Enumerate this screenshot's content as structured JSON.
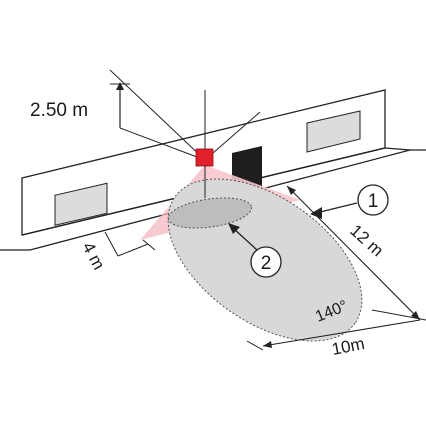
{
  "dimensions": {
    "mount_height": "2.50 m",
    "width_near": "4 m",
    "length": "12 m",
    "width_far": "10m",
    "angle": "140°"
  },
  "callouts": {
    "detection_area": "1",
    "presence_area": "2"
  },
  "colors": {
    "sensor": "#e0202a",
    "door": "#1e1e1e",
    "beam": "#f4b8bf",
    "detection_area": "#d8d8d8",
    "presence_area": "#bdbdbd",
    "line": "#222222"
  }
}
